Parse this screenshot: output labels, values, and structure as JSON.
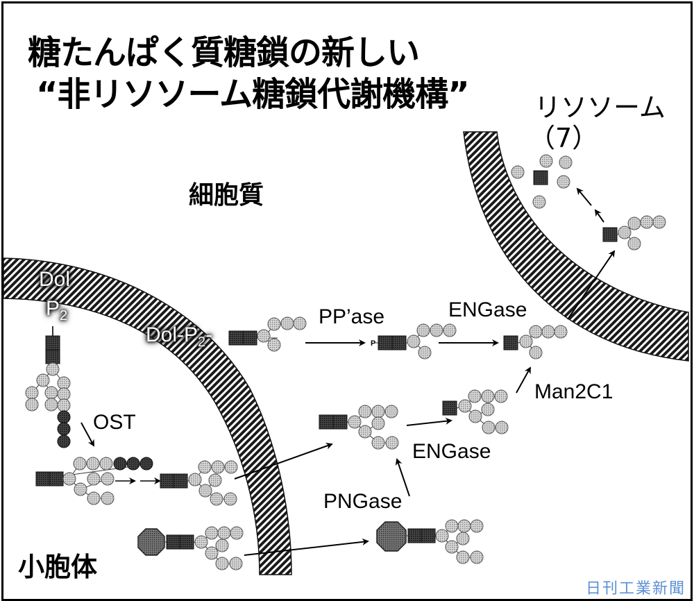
{
  "title": {
    "line1": "糖たんぱく質糖鎖の新しい",
    "line2": "“非リソソーム糖鎖代謝機構”"
  },
  "compartments": {
    "cytoplasm": "細胞質",
    "lysosome": "リソソーム",
    "lysosome_ref": "（7）",
    "er": "小胞体"
  },
  "lipid_labels": {
    "dol_vertical_top": "Dol",
    "dol_vertical_p": "P",
    "dol_vertical_sub": "2",
    "dol_horizontal": "Dol-P",
    "dol_horizontal_sub": "2",
    "dol_horizontal_dash": "-"
  },
  "phosphate_label": "P",
  "enzymes": {
    "ppase": "PP’ase",
    "engase_top": "ENGase",
    "engase_mid": "ENGase",
    "man2c1": "Man2C1",
    "ost": "OST",
    "pngase": "PNGase"
  },
  "credit": "日刊工業新聞",
  "legend_symbols": {
    "glcnac": "dark-square",
    "mannose": "light-stippled-circle",
    "glucose": "dark-circle",
    "protein": "octagon"
  },
  "colors": {
    "glcnac": "#333333",
    "mannose": "#c8c8c8",
    "glucose": "#2a2a2a",
    "protein": "#555555",
    "membrane": "#222222",
    "credit": "#5b8fd6"
  }
}
